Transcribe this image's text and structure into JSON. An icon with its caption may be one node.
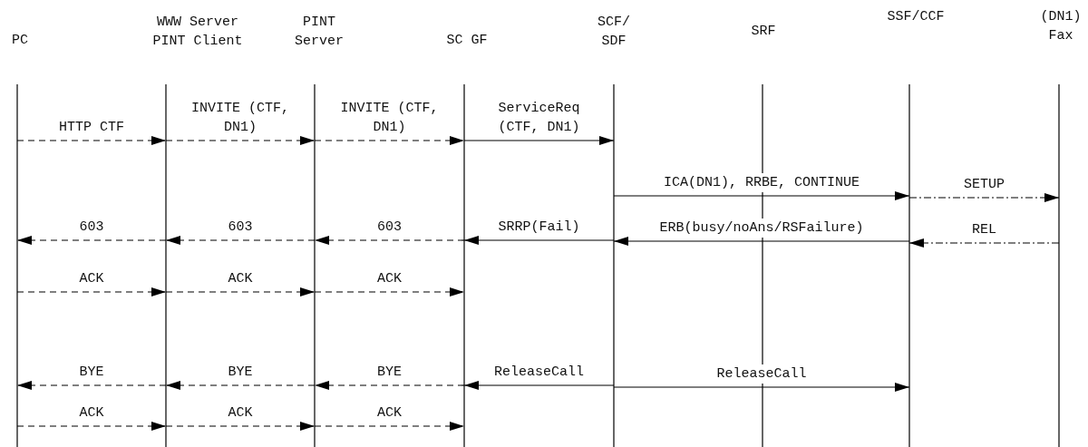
{
  "diagram": {
    "nodes": [
      {
        "text": [
          "PC"
        ]
      },
      {
        "text": [
          "WWW Server PINT Client"
        ]
      },
      {
        "text": [
          "PINT Server"
        ]
      },
      {
        "text": [
          "SC GF"
        ]
      },
      {
        "text": [
          "SCF/ SDF"
        ]
      },
      {
        "text": [
          "SRF"
        ]
      },
      {
        "text": [
          "SSF/CCF"
        ]
      },
      {
        "text": [
          "(DN1) Fax"
        ]
      }
    ],
    "edges": [
      {
        "from": 0,
        "to": 1,
        "arrow": "to",
        "label": "HTTP CTF",
        "style": "dashed"
      },
      {
        "from": 1,
        "to": 2,
        "arrow": "to",
        "label": "INVITE (CTF, DN1)",
        "style": "dashed"
      },
      {
        "from": 2,
        "to": 3,
        "arrow": "to",
        "label": "INVITE (CTF, DN1)",
        "style": "dashed"
      },
      {
        "from": 3,
        "to": 4,
        "arrow": "to",
        "label": "ServiceReq (CTF, DN1)"
      },
      {
        "from": 4,
        "to": 6,
        "arrow": "to",
        "label": "ICA(DN1), RRBE, CONTINUE"
      },
      {
        "from": 6,
        "to": 7,
        "arrow": "to",
        "label": "SETUP",
        "style": "dashed"
      },
      {
        "from": 1,
        "to": 0,
        "arrow": "to",
        "label": "603",
        "style": "dashed"
      },
      {
        "from": 2,
        "to": 1,
        "arrow": "to",
        "label": "603",
        "style": "dashed"
      },
      {
        "from": 3,
        "to": 2,
        "arrow": "to",
        "label": "603",
        "style": "dashed"
      },
      {
        "from": 4,
        "to": 3,
        "arrow": "to",
        "label": "SRRP(Fail)"
      },
      {
        "from": 6,
        "to": 4,
        "arrow": "to",
        "label": "ERB(busy/noAns/RSFailure)"
      },
      {
        "from": 7,
        "to": 6,
        "arrow": "to",
        "label": "REL",
        "style": "dashed"
      },
      {
        "from": 0,
        "to": 1,
        "arrow": "to",
        "label": "ACK",
        "style": "dashed"
      },
      {
        "from": 1,
        "to": 2,
        "arrow": "to",
        "label": "ACK",
        "style": "dashed"
      },
      {
        "from": 2,
        "to": 3,
        "arrow": "to",
        "label": "ACK",
        "style": "dashed"
      },
      {
        "from": 1,
        "to": 0,
        "arrow": "to",
        "label": "BYE",
        "style": "dashed"
      },
      {
        "from": 2,
        "to": 1,
        "arrow": "to",
        "label": "BYE",
        "style": "dashed"
      },
      {
        "from": 3,
        "to": 2,
        "arrow": "to",
        "label": "BYE",
        "style": "dashed"
      },
      {
        "from": 4,
        "to": 3,
        "arrow": "to",
        "label": "ReleaseCall"
      },
      {
        "from": 4,
        "to": 6,
        "arrow": "to",
        "label": "ReleaseCall"
      },
      {
        "from": 0,
        "to": 1,
        "arrow": "to",
        "label": "ACK",
        "style": "dashed"
      },
      {
        "from": 1,
        "to": 2,
        "arrow": "to",
        "label": "ACK",
        "style": "dashed"
      },
      {
        "from": 2,
        "to": 3,
        "arrow": "to",
        "label": "ACK",
        "style": "dashed"
      }
    ]
  }
}
